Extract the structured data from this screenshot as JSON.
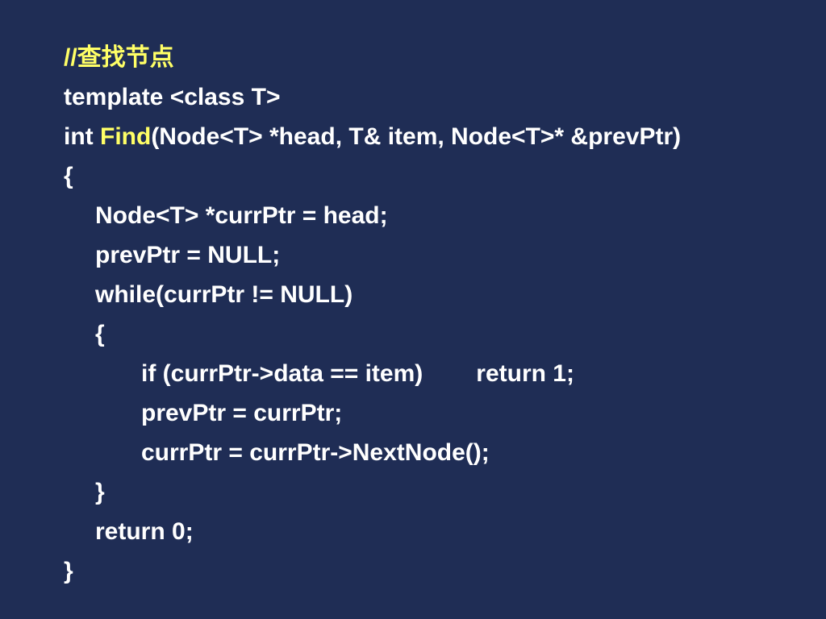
{
  "colors": {
    "background": "#1f2d55",
    "text": "#ffffff",
    "highlight": "#ffff66"
  },
  "code": {
    "comment": "//查找节点",
    "template_decl": "template <class T>",
    "sig_prefix": "int ",
    "sig_name": "Find",
    "sig_params": "(Node<T> *head, T& item, Node<T>* &prevPtr)",
    "open_brace": "{",
    "decl_curr": "Node<T> *currPtr = head;",
    "init_prev": "prevPtr = NULL;",
    "while_head": "while(currPtr != NULL)",
    "loop_open": "{",
    "if_cond": "if (currPtr->data == item)",
    "if_return": "return 1;",
    "assign_prev": "prevPtr = currPtr;",
    "advance": "currPtr = currPtr->NextNode();",
    "loop_close": "}",
    "return_zero": "return 0;",
    "close_brace": "}"
  }
}
